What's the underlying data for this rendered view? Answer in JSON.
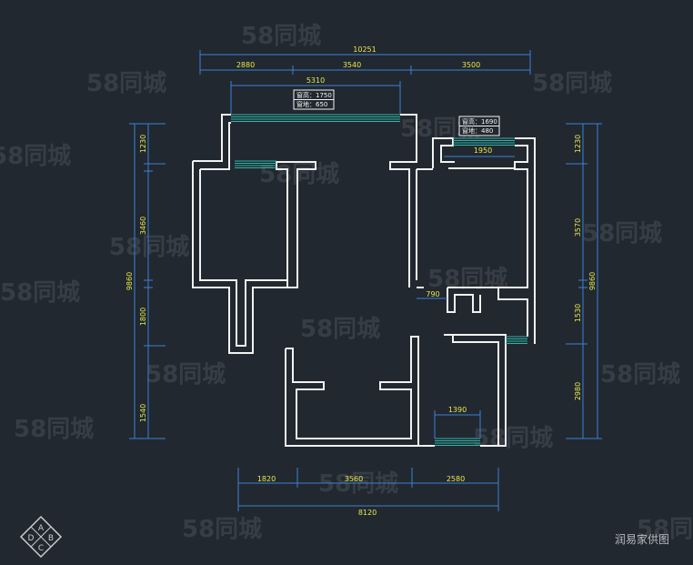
{
  "dimensions": {
    "top_total": "10251",
    "top_1": "2880",
    "top_2": "3540",
    "top_3": "3500",
    "window_top": "5310",
    "bottom_1": "1820",
    "bottom_2": "3560",
    "bottom_3": "2580",
    "bottom_total": "8120",
    "left_total": "9860",
    "left_1": "1230",
    "left_2": "3460",
    "left_3": "1800",
    "left_4": "1540",
    "right_total": "9860",
    "right_1": "1230",
    "right_2": "3570",
    "right_3": "1530",
    "right_4": "2980",
    "inner_1950": "1950",
    "inner_790": "790",
    "inner_1390": "1390"
  },
  "window_tags": [
    {
      "line1": "窗高：1750",
      "line2": "窗地：650"
    },
    {
      "line1": "窗高：1690",
      "line2": "窗地：480"
    }
  ],
  "watermark": "58同城",
  "brand": "润易家供图",
  "logo_letters": [
    "A",
    "B",
    "C",
    "D"
  ]
}
